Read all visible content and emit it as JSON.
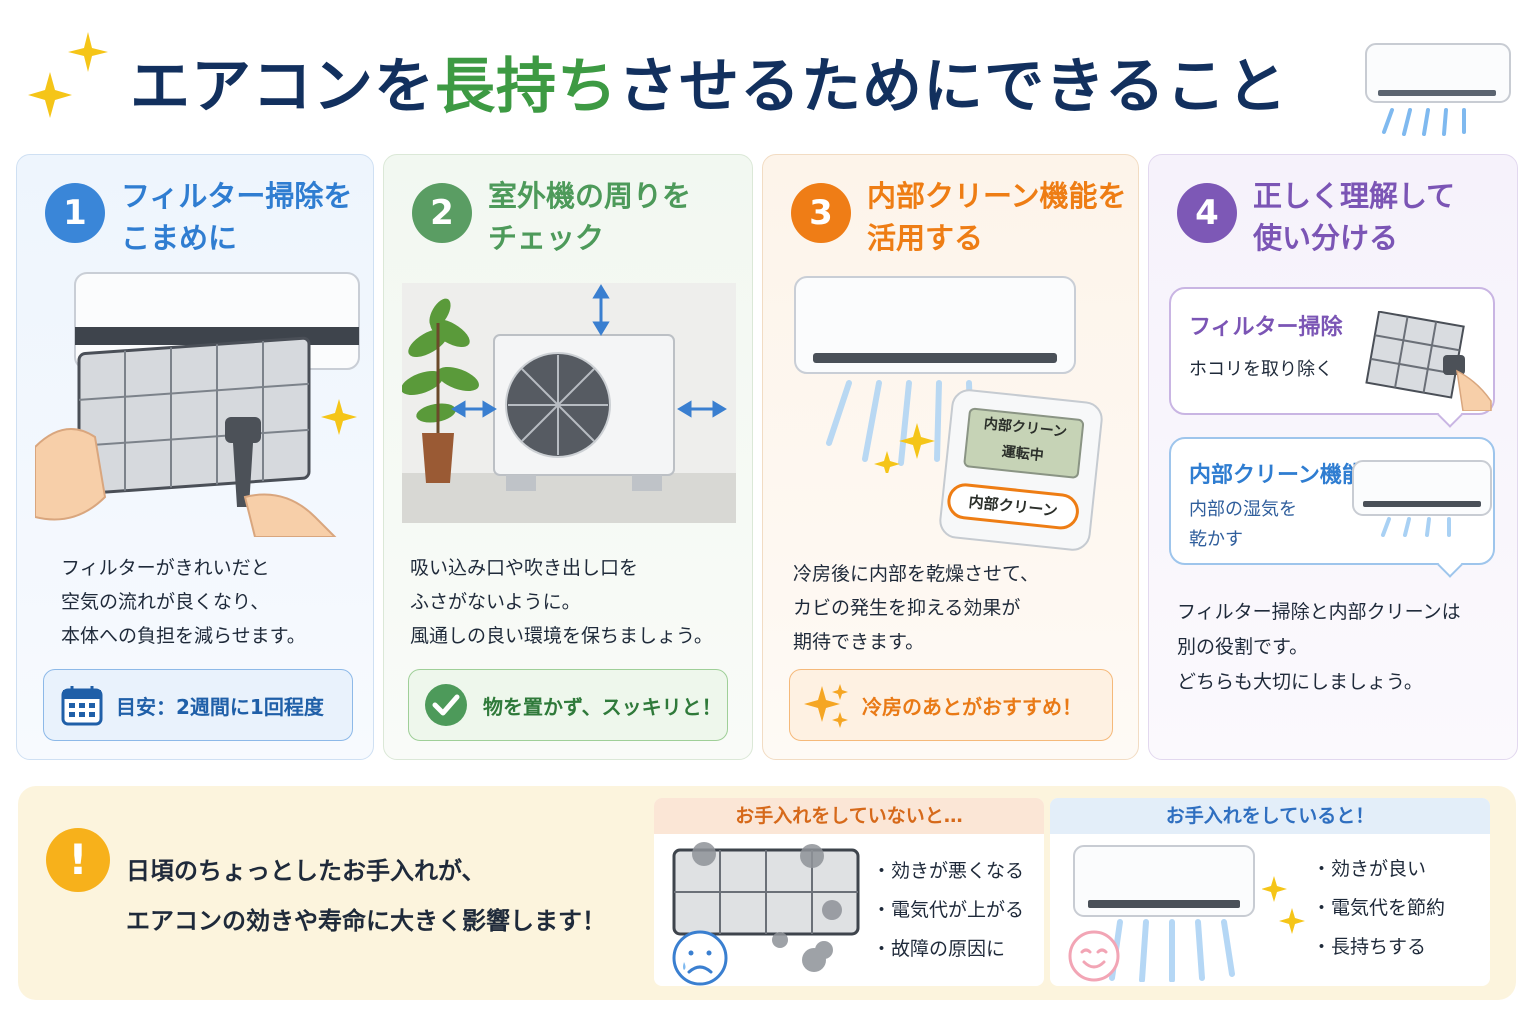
{
  "title": {
    "part1": "エアコンを",
    "highlight": "長持ち",
    "part2": "させるためにできること"
  },
  "cards": [
    {
      "number": "1",
      "heading_lines": [
        "フィルター掃除を",
        "こまめに"
      ],
      "body_lines": [
        "フィルターがきれいだと",
        "空気の流れが良くなり、",
        "本体への負担を減らせます。"
      ],
      "tip": "目安：2週間に1回程度",
      "tip_icon": "calendar-icon",
      "accent": "#2f7dd1"
    },
    {
      "number": "2",
      "heading_lines": [
        "室外機の周りを",
        "チェック"
      ],
      "body_lines": [
        "吸い込み口や吹き出し口を",
        "ふさがないように。",
        "風通しの良い環境を保ちましょう。"
      ],
      "tip": "物を置かず、スッキリと！",
      "tip_icon": "check-icon",
      "accent": "#4d9a5a"
    },
    {
      "number": "3",
      "heading_lines": [
        "内部クリーン機能を",
        "活用する"
      ],
      "body_lines": [
        "冷房後に内部を乾燥させて、",
        "カビの発生を抑える効果が",
        "期待できます。"
      ],
      "tip": "冷房のあとがおすすめ！",
      "tip_icon": "sparkle-icon",
      "remote": {
        "screen_line1": "内部クリーン",
        "screen_line2": "運転中",
        "button": "内部クリーン"
      },
      "accent": "#ee7d14"
    },
    {
      "number": "4",
      "heading_lines": [
        "正しく理解して",
        "使い分ける"
      ],
      "bubble1": {
        "title": "フィルター掃除",
        "text": "ホコリを取り除く"
      },
      "bubble2": {
        "title": "内部クリーン機能",
        "text_lines": [
          "内部の湿気を",
          "乾かす"
        ]
      },
      "body_lines": [
        "フィルター掃除と内部クリーンは",
        "別の役割です。",
        "どちらも大切にしましょう。"
      ],
      "accent": "#7b55b5"
    }
  ],
  "bottom": {
    "icon": "!",
    "message_lines": [
      "日頃のちょっとしたお手入れが、",
      "エアコンの効きや寿命に大きく影響します！"
    ],
    "without_care": {
      "heading": "お手入れをしていないと…",
      "bullets": [
        "・効きが悪くなる",
        "・電気代が上がる",
        "・故障の原因に"
      ],
      "face_icon": "sad-face-icon"
    },
    "with_care": {
      "heading": "お手入れをしていると！",
      "bullets": [
        "・効きが良い",
        "・電気代を節約",
        "・長持ちする"
      ],
      "face_icon": "smile-face-icon"
    }
  },
  "colors": {
    "title": "#12305e",
    "highlight": "#3d9a43",
    "blue": "#2f7dd1",
    "green": "#4d9a5a",
    "orange": "#ee7d14",
    "purple": "#7b55b5",
    "warning": "#f7b11b"
  }
}
